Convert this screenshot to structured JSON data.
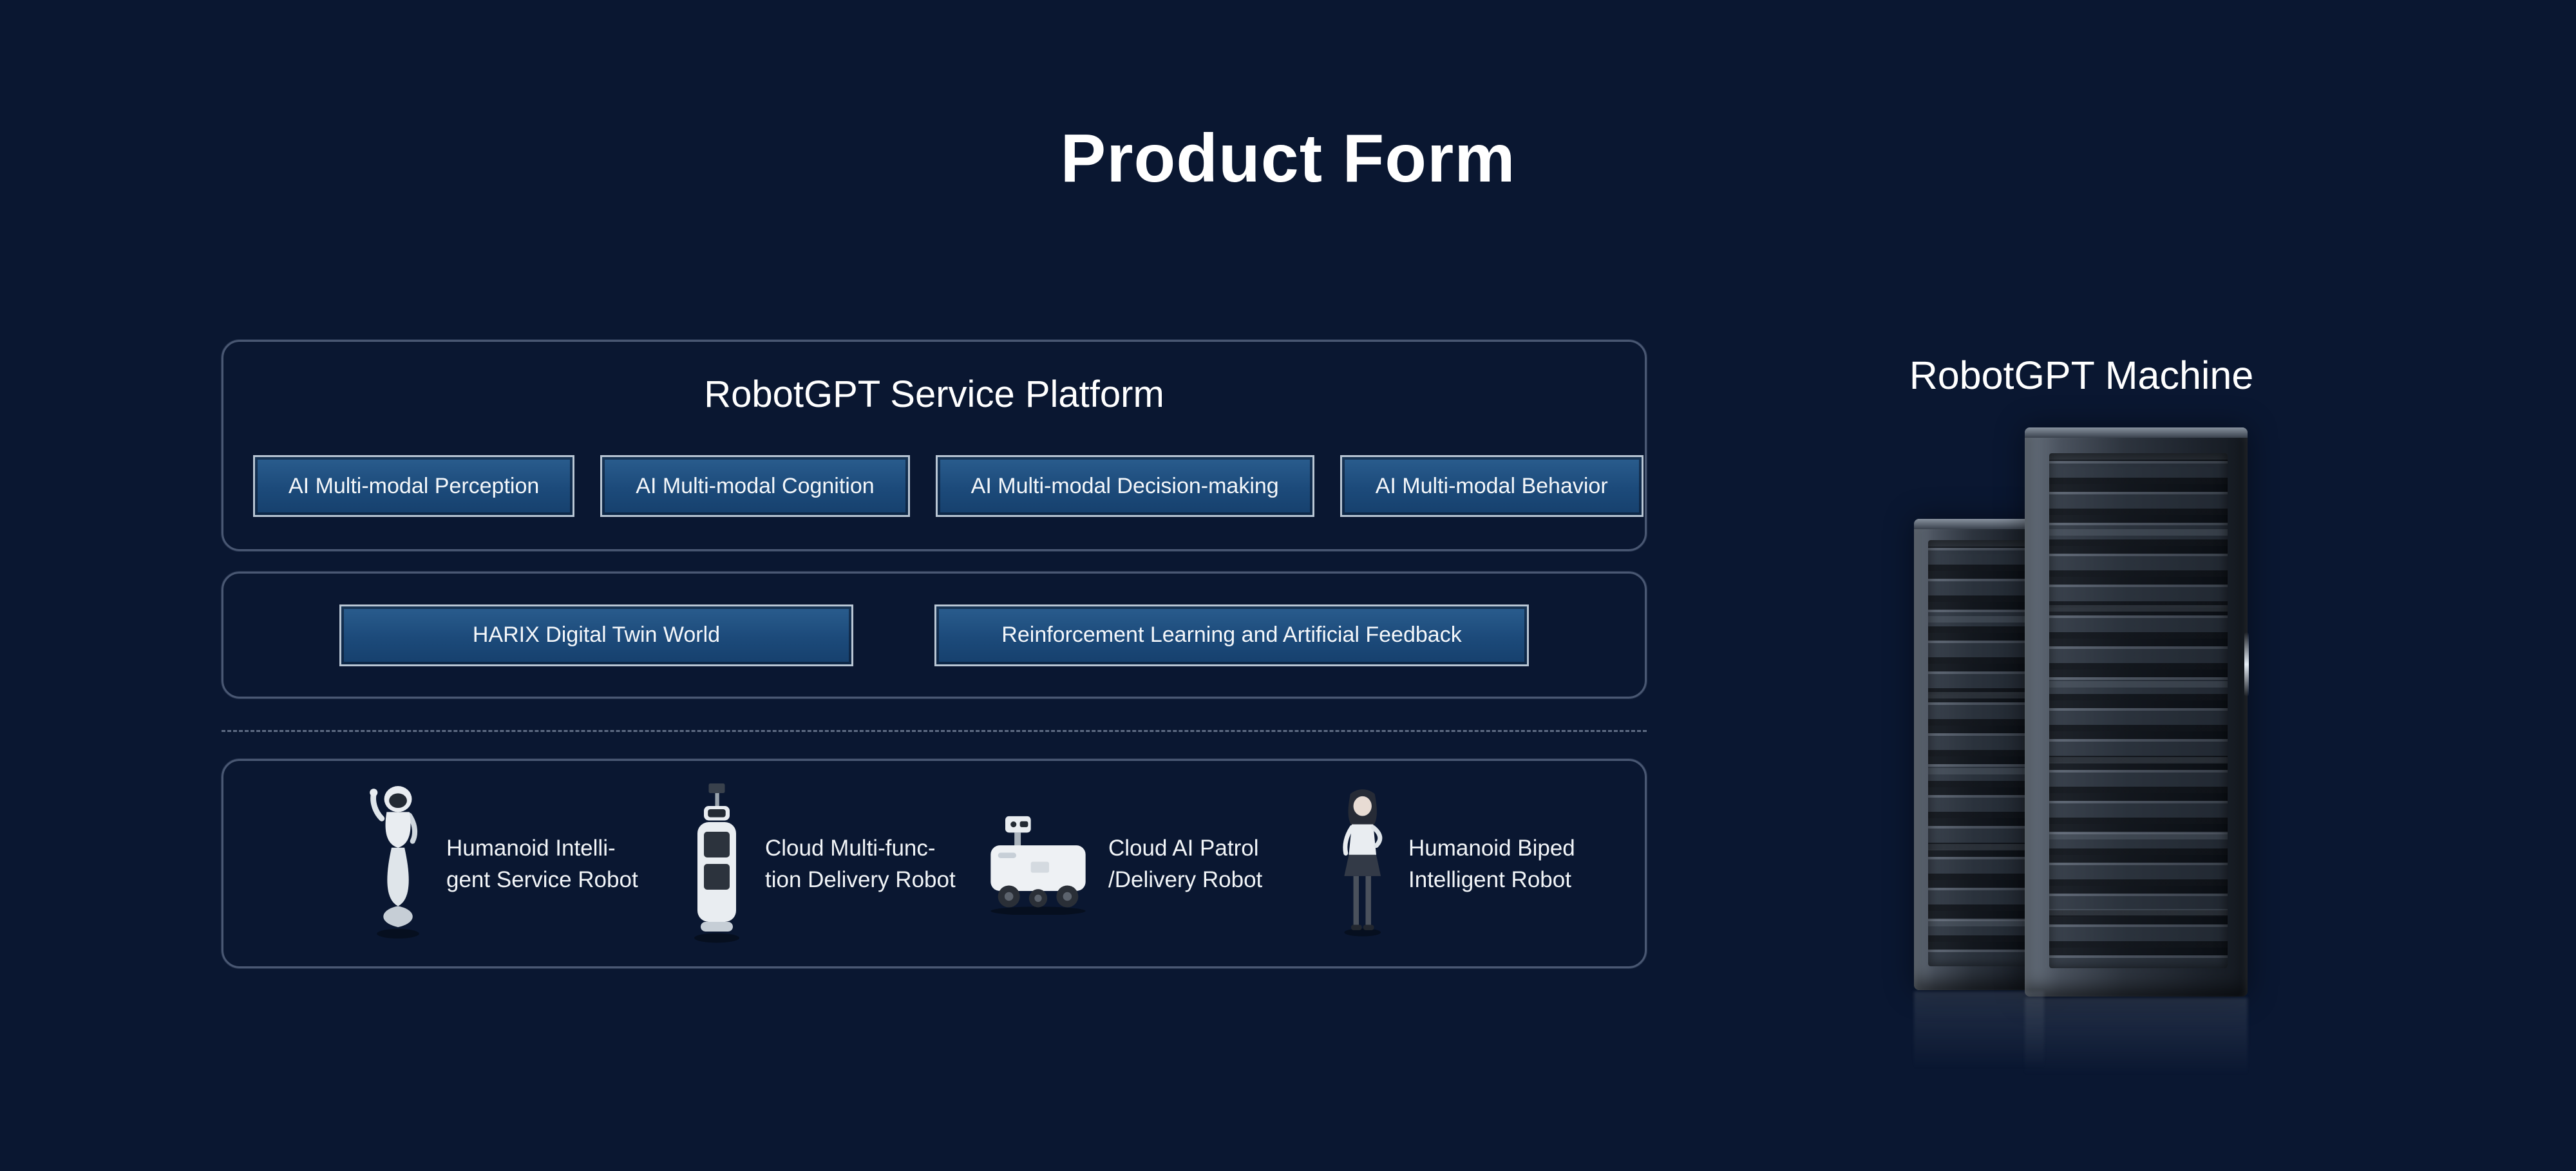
{
  "page": {
    "title": "Product Form"
  },
  "platform": {
    "title": "RobotGPT Service Platform",
    "modules": [
      {
        "label": "AI Multi-modal Perception"
      },
      {
        "label": "AI Multi-modal Cognition"
      },
      {
        "label": "AI Multi-modal Decision-making"
      },
      {
        "label": "AI Multi-modal Behavior"
      }
    ]
  },
  "training": {
    "items": [
      {
        "label": "HARIX Digital Twin World"
      },
      {
        "label": "Reinforcement Learning and Artificial Feedback"
      }
    ]
  },
  "robots": {
    "items": [
      {
        "icon": "humanoid-service-robot-icon",
        "lines": [
          "Humanoid Intelli-",
          "gent Service Robot"
        ]
      },
      {
        "icon": "delivery-robot-icon",
        "lines": [
          "Cloud Multi-func-",
          "tion Delivery Robot"
        ]
      },
      {
        "icon": "patrol-robot-icon",
        "lines": [
          "Cloud AI Patrol",
          "/Delivery Robot"
        ]
      },
      {
        "icon": "biped-robot-icon",
        "lines": [
          "Humanoid Biped",
          "Intelligent Robot"
        ]
      }
    ]
  },
  "machine": {
    "title": "RobotGPT Machine"
  },
  "colors": {
    "background": "#0a1731",
    "panel_border": "#4a5873",
    "button_fill": "#1c4a7a",
    "button_border": "#b9c6d4",
    "text": "#f2f5f8"
  }
}
